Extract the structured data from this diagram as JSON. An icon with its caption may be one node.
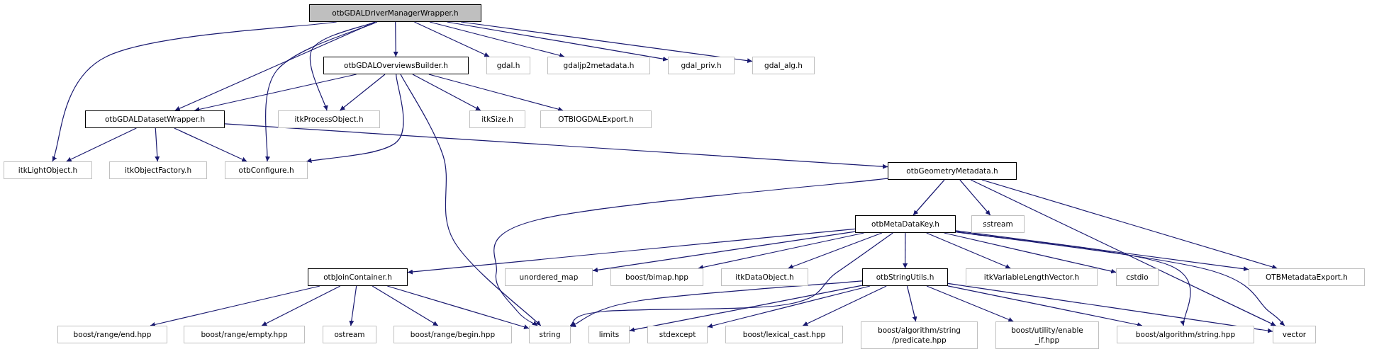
{
  "diagram": {
    "nodes": [
      {
        "text": [
          "otbGDALDriverManagerWrapper.h"
        ]
      },
      {
        "text": [
          "otbGDALOverviewsBuilder.h"
        ]
      },
      {
        "text": [
          "gdal.h"
        ]
      },
      {
        "text": [
          "gdaljp2metadata.h"
        ]
      },
      {
        "text": [
          "gdal_priv.h"
        ]
      },
      {
        "text": [
          "gdal_alg.h"
        ]
      },
      {
        "text": [
          "otbGDALDatasetWrapper.h"
        ]
      },
      {
        "text": [
          "itkProcessObject.h"
        ]
      },
      {
        "text": [
          "itkSize.h"
        ]
      },
      {
        "text": [
          "OTBIOGDALExport.h"
        ]
      },
      {
        "text": [
          "itkLightObject.h"
        ]
      },
      {
        "text": [
          "itkObjectFactory.h"
        ]
      },
      {
        "text": [
          "otbConfigure.h"
        ]
      },
      {
        "text": [
          "otbGeometryMetadata.h"
        ]
      },
      {
        "text": [
          "otbMetaDataKey.h"
        ]
      },
      {
        "text": [
          "sstream"
        ]
      },
      {
        "text": [
          "otbJoinContainer.h"
        ]
      },
      {
        "text": [
          "unordered_map"
        ]
      },
      {
        "text": [
          "boost/bimap.hpp"
        ]
      },
      {
        "text": [
          "itkDataObject.h"
        ]
      },
      {
        "text": [
          "otbStringUtils.h"
        ]
      },
      {
        "text": [
          "itkVariableLengthVector.h"
        ]
      },
      {
        "text": [
          "cstdio"
        ]
      },
      {
        "text": [
          "OTBMetadataExport.h"
        ]
      },
      {
        "text": [
          "boost/range/end.hpp"
        ]
      },
      {
        "text": [
          "boost/range/empty.hpp"
        ]
      },
      {
        "text": [
          "ostream"
        ]
      },
      {
        "text": [
          "boost/range/begin.hpp"
        ]
      },
      {
        "text": [
          "string"
        ]
      },
      {
        "text": [
          "limits"
        ]
      },
      {
        "text": [
          "stdexcept"
        ]
      },
      {
        "text": [
          "boost/lexical_cast.hpp"
        ]
      },
      {
        "text": [
          "boost/algorithm/string /predicate.hpp"
        ]
      },
      {
        "text": [
          "boost/utility/enable _if.hpp"
        ]
      },
      {
        "text": [
          "boost/algorithm/string.hpp"
        ]
      },
      {
        "text": [
          "vector"
        ]
      }
    ],
    "edges": [
      {
        "from": 0,
        "to": 10,
        "arrow": "to"
      },
      {
        "from": 0,
        "to": 6,
        "arrow": "to"
      },
      {
        "from": 0,
        "to": 12,
        "arrow": "to"
      },
      {
        "from": 0,
        "to": 7,
        "arrow": "to"
      },
      {
        "from": 0,
        "to": 1,
        "arrow": "to"
      },
      {
        "from": 0,
        "to": 2,
        "arrow": "to"
      },
      {
        "from": 0,
        "to": 3,
        "arrow": "to"
      },
      {
        "from": 0,
        "to": 4,
        "arrow": "to"
      },
      {
        "from": 0,
        "to": 5,
        "arrow": "to"
      },
      {
        "from": 1,
        "to": 6,
        "arrow": "to"
      },
      {
        "from": 1,
        "to": 7,
        "arrow": "to"
      },
      {
        "from": 1,
        "to": 12,
        "arrow": "to"
      },
      {
        "from": 1,
        "to": 28,
        "arrow": "to"
      },
      {
        "from": 1,
        "to": 8,
        "arrow": "to"
      },
      {
        "from": 1,
        "to": 9,
        "arrow": "to"
      },
      {
        "from": 6,
        "to": 10,
        "arrow": "to"
      },
      {
        "from": 6,
        "to": 11,
        "arrow": "to"
      },
      {
        "from": 6,
        "to": 12,
        "arrow": "to"
      },
      {
        "from": 6,
        "to": 13,
        "arrow": "to"
      },
      {
        "from": 13,
        "to": 28,
        "arrow": "to"
      },
      {
        "from": 13,
        "to": 14,
        "arrow": "to"
      },
      {
        "from": 13,
        "to": 15,
        "arrow": "to"
      },
      {
        "from": 13,
        "to": 23,
        "arrow": "to"
      },
      {
        "from": 13,
        "to": 35,
        "arrow": "to"
      },
      {
        "from": 14,
        "to": 16,
        "arrow": "to"
      },
      {
        "from": 14,
        "to": 17,
        "arrow": "to"
      },
      {
        "from": 14,
        "to": 18,
        "arrow": "to"
      },
      {
        "from": 14,
        "to": 19,
        "arrow": "to"
      },
      {
        "from": 14,
        "to": 28,
        "arrow": "to"
      },
      {
        "from": 14,
        "to": 20,
        "arrow": "to"
      },
      {
        "from": 14,
        "to": 21,
        "arrow": "to"
      },
      {
        "from": 14,
        "to": 22,
        "arrow": "to"
      },
      {
        "from": 14,
        "to": 34,
        "arrow": "to"
      },
      {
        "from": 14,
        "to": 35,
        "arrow": "to"
      },
      {
        "from": 14,
        "to": 23,
        "arrow": "to"
      },
      {
        "from": 16,
        "to": 24,
        "arrow": "to"
      },
      {
        "from": 16,
        "to": 25,
        "arrow": "to"
      },
      {
        "from": 16,
        "to": 26,
        "arrow": "to"
      },
      {
        "from": 16,
        "to": 27,
        "arrow": "to"
      },
      {
        "from": 16,
        "to": 28,
        "arrow": "to"
      },
      {
        "from": 20,
        "to": 28,
        "arrow": "to"
      },
      {
        "from": 20,
        "to": 29,
        "arrow": "to"
      },
      {
        "from": 20,
        "to": 30,
        "arrow": "to"
      },
      {
        "from": 20,
        "to": 31,
        "arrow": "to"
      },
      {
        "from": 20,
        "to": 32,
        "arrow": "to"
      },
      {
        "from": 20,
        "to": 33,
        "arrow": "to"
      },
      {
        "from": 20,
        "to": 34,
        "arrow": "to"
      },
      {
        "from": 20,
        "to": 35,
        "arrow": "to"
      }
    ]
  }
}
